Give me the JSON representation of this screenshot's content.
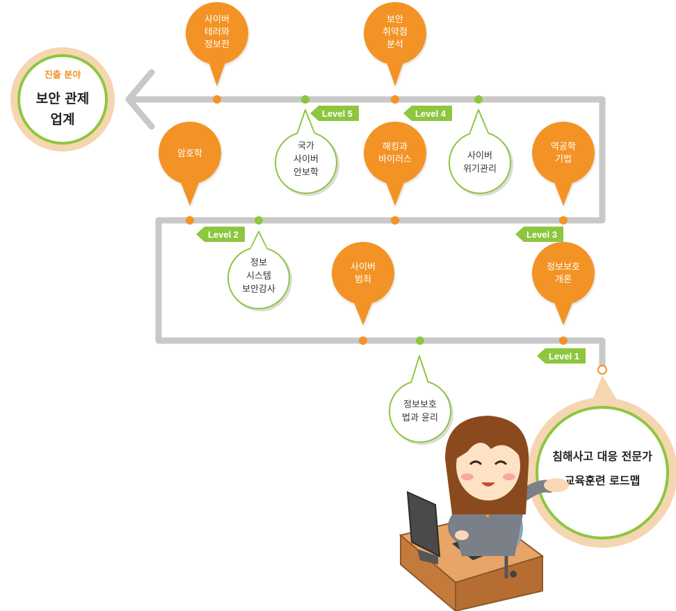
{
  "destination": {
    "small_label": "진출 분야",
    "line1": "보안 관제",
    "line2": "업계"
  },
  "roadmap_title": {
    "line1": "침해사고 대응 전문가",
    "line2": "교육훈련 로드맵"
  },
  "levels": [
    "Level 1",
    "Level 2",
    "Level 3",
    "Level 4",
    "Level 5"
  ],
  "orange_pins": [
    [
      "사이버",
      "테러와",
      "정보전"
    ],
    [
      "보안",
      "취약점",
      "분석"
    ],
    [
      "암호학"
    ],
    [
      "해킹과",
      "바이러스"
    ],
    [
      "역공학",
      "기법"
    ],
    [
      "사이버",
      "범죄"
    ],
    [
      "정보보호",
      "개론"
    ]
  ],
  "green_bubbles": [
    [
      "국가",
      "사이버",
      "안보학"
    ],
    [
      "사이버",
      "위기관리"
    ],
    [
      "정보",
      "시스템",
      "보안감사"
    ],
    [
      "정보보호",
      "법과 윤리"
    ]
  ],
  "colors": {
    "track": "#c8c8c8",
    "orange": "#f39325",
    "green": "#8dc63f",
    "ring": "#f5d6b0",
    "inner_ring": "#8dc63f"
  }
}
